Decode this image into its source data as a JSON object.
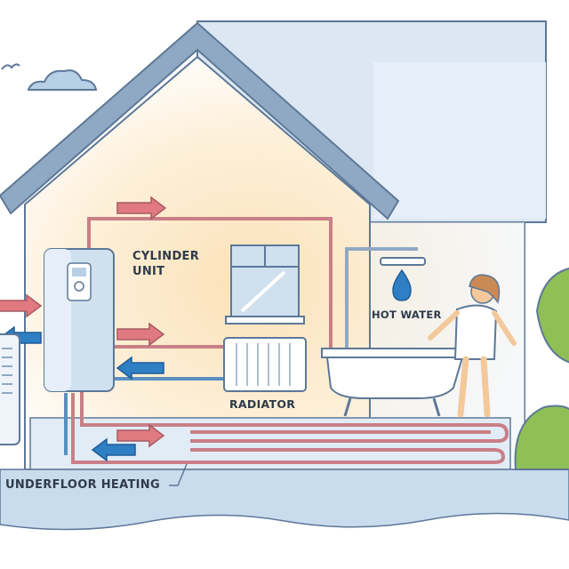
{
  "labels": {
    "cylinder_unit_line1": "CYLINDER",
    "cylinder_unit_line2": "UNIT",
    "radiator": "RADIATOR",
    "hot_water": "HOT WATER",
    "underfloor_heating": "UNDERFLOOR HEATING"
  },
  "colors": {
    "sky": "#dbe8f3",
    "house_wall": "#eef4fa",
    "roof": "#5d7897",
    "warm_glow": "#fbe2b8",
    "hot_pipe": "#c97f86",
    "hot_arrow": "#e07a80",
    "cold_pipe": "#5a8fc2",
    "cold_arrow": "#2f7fc4",
    "ground": "#c9dced",
    "bush": "#8fbf55"
  },
  "icons": [
    "cloud-icon",
    "bird-icon",
    "water-drop-icon",
    "thermostat-icon",
    "shower-icon",
    "person-icon",
    "bush-icon"
  ]
}
